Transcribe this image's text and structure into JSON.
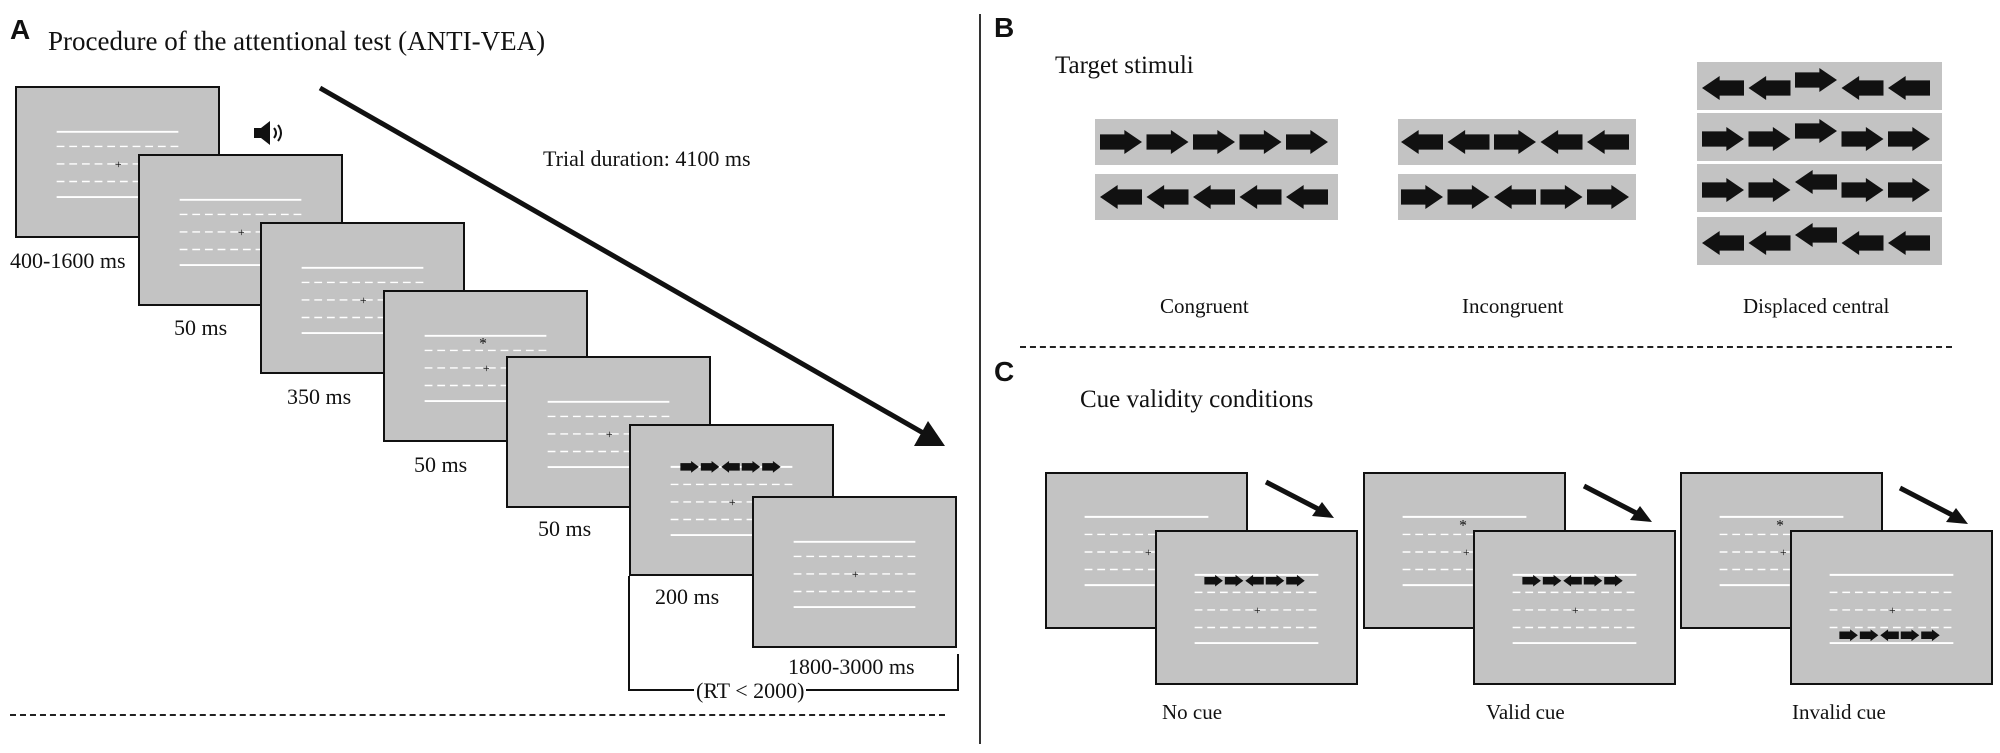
{
  "panel_a": {
    "letter": "A",
    "title": "Procedure of the attentional test (ANTI-VEA)",
    "trial_duration": "Trial duration: 4100 ms",
    "sound_icon": "speaker-icon",
    "durations": [
      "400-1600 ms",
      "50 ms",
      "350 ms",
      "50 ms",
      "50 ms",
      "200 ms",
      "1800-3000 ms"
    ],
    "rt_note": "(RT < 2000)"
  },
  "panel_b": {
    "letter": "B",
    "title": "Target stimuli",
    "conditions": [
      "Congruent",
      "Incongruent",
      "Displaced central"
    ],
    "congruent_rows": [
      [
        "R",
        "R",
        "R",
        "R",
        "R"
      ],
      [
        "L",
        "L",
        "L",
        "L",
        "L"
      ]
    ],
    "incongruent_rows": [
      [
        "L",
        "L",
        "R",
        "L",
        "L"
      ],
      [
        "R",
        "R",
        "L",
        "R",
        "R"
      ]
    ],
    "displaced_rows": [
      [
        "L",
        "L",
        "R",
        "L",
        "L"
      ],
      [
        "R",
        "R",
        "R",
        "R",
        "R"
      ],
      [
        "R",
        "R",
        "L",
        "R",
        "R"
      ],
      [
        "L",
        "L",
        "L",
        "L",
        "L"
      ]
    ]
  },
  "panel_c": {
    "letter": "C",
    "title": "Cue validity conditions",
    "conditions": [
      "No cue",
      "Valid cue",
      "Invalid cue"
    ],
    "target_row": [
      "R",
      "R",
      "L",
      "R",
      "R"
    ]
  },
  "colors": {
    "screen_gray": "#c3c3c3",
    "ink": "#111111",
    "line_white": "#ffffff"
  }
}
